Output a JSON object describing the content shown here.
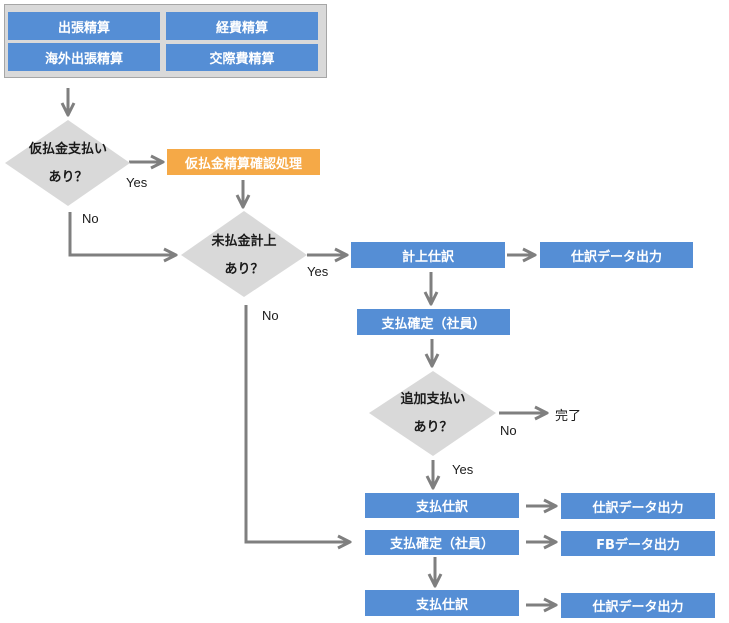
{
  "colors": {
    "process_blue": "#558ED5",
    "process_orange": "#F5A947",
    "decision_gray": "#D9D9D9",
    "arrow_gray": "#7F7F7F",
    "container_gray": "#D9D9D9"
  },
  "sources": {
    "items": [
      {
        "label": "出張精算"
      },
      {
        "label": "経費精算"
      },
      {
        "label": "海外出張精算"
      },
      {
        "label": "交際費精算"
      }
    ]
  },
  "decisions": {
    "advance_payment": {
      "line1": "仮払金支払い",
      "line2": "あり？",
      "yes_label": "Yes",
      "no_label": "No"
    },
    "unpaid_booking": {
      "line1": "未払金計上",
      "line2": "あり？",
      "yes_label": "Yes",
      "no_label": "No"
    },
    "additional_payment": {
      "line1": "追加支払い",
      "line2": "あり？",
      "yes_label": "Yes",
      "no_label": "No"
    }
  },
  "processes": {
    "advance_confirmation": "仮払金精算確認処理",
    "booking_journal": "計上仕訳",
    "journal_output_1": "仕訳データ出力",
    "payment_confirm_1": "支払確定（社員）",
    "payment_journal_1": "支払仕訳",
    "journal_output_2": "仕訳データ出力",
    "payment_confirm_2": "支払確定（社員）",
    "fb_output": "FBデータ出力",
    "payment_journal_2": "支払仕訳",
    "journal_output_3": "仕訳データ出力"
  },
  "terminals": {
    "complete": "完了"
  }
}
